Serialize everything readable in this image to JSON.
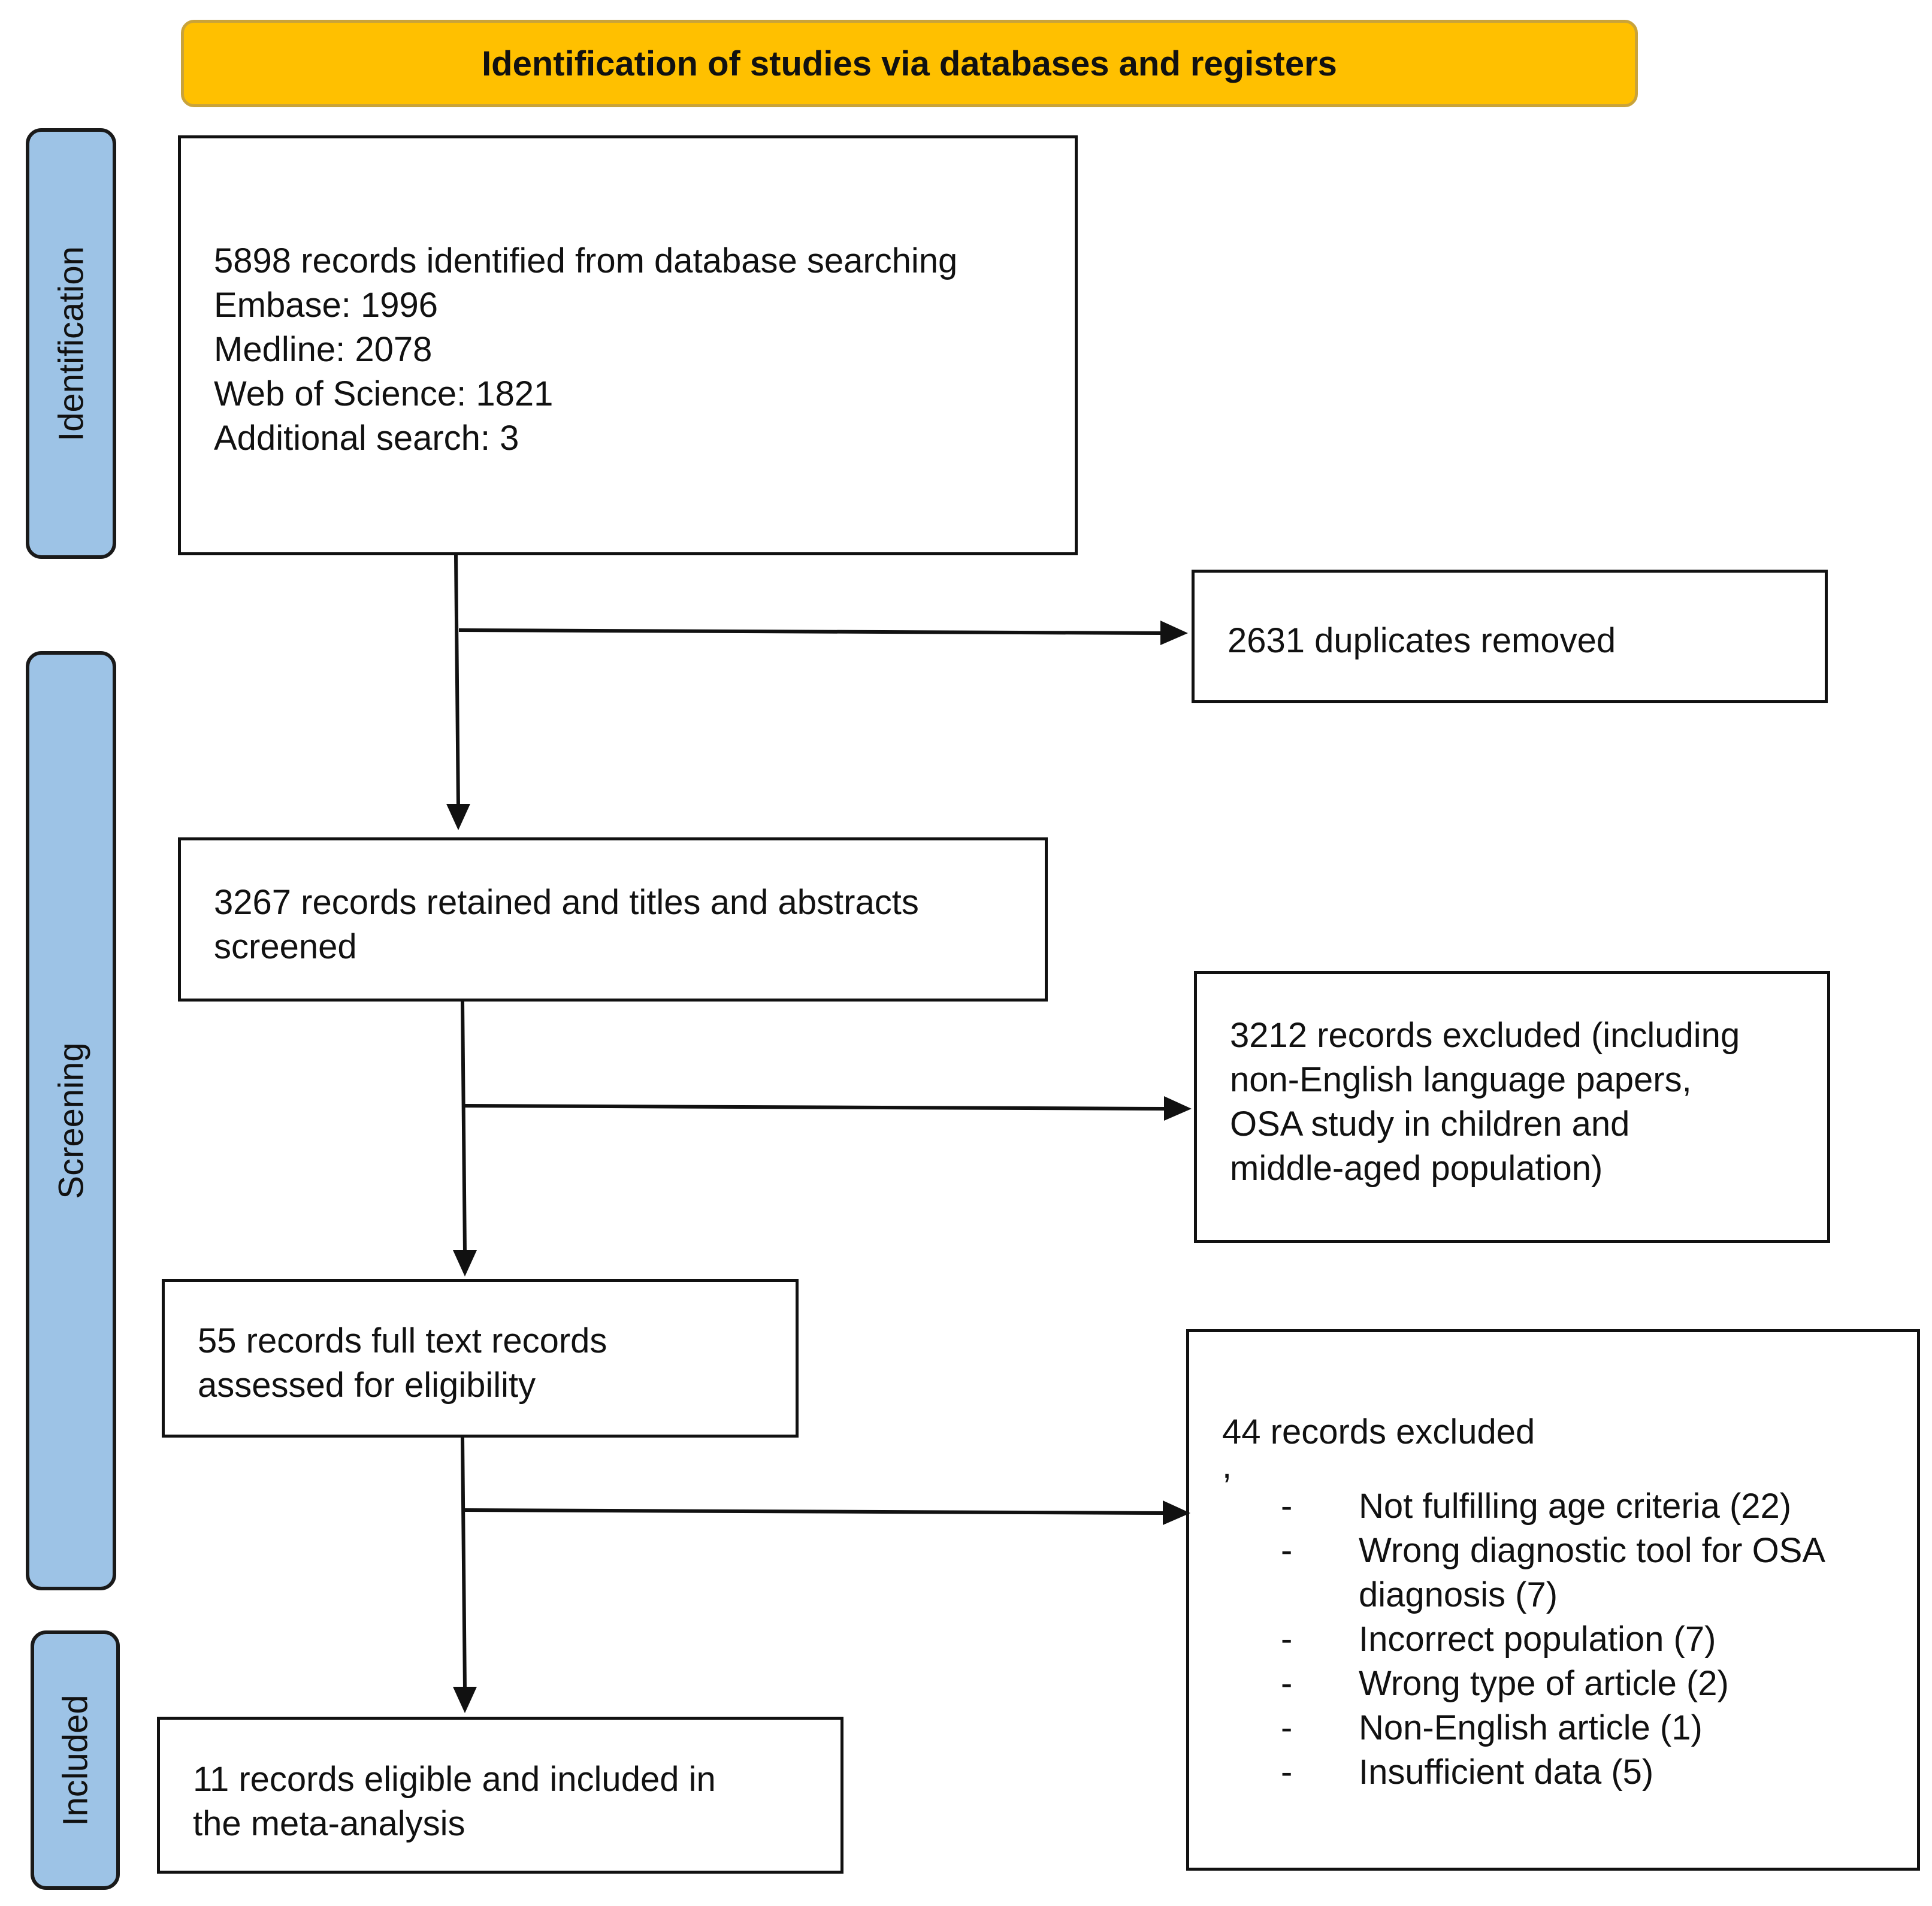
{
  "banner": {
    "title": "Identification of studies via databases and registers"
  },
  "phases": {
    "identification": "Identification",
    "screening": "Screening",
    "included": "Included"
  },
  "identification_box": {
    "lines": [
      "5898 records identified from database searching",
      "Embase: 1996",
      "Medline: 2078",
      "Web of Science: 1821",
      "Additional search: 3"
    ]
  },
  "duplicates_box": {
    "text": "2631 duplicates removed"
  },
  "screened_box": {
    "lines": [
      "3267 records retained and titles and abstracts",
      "screened"
    ]
  },
  "excluded_screening_box": {
    "lines": [
      "3212 records excluded (including",
      "non-English language papers,",
      "OSA study in children and",
      "middle-aged population)"
    ]
  },
  "fulltext_box": {
    "lines": [
      "55 records full text records",
      "assessed for eligibility"
    ]
  },
  "excluded_fulltext_box": {
    "heading": "44 records excluded",
    "stray_mark": ",",
    "reasons": [
      {
        "dash": "-",
        "text": [
          "Not fulfilling age criteria (22)"
        ]
      },
      {
        "dash": "-",
        "text": [
          "Wrong diagnostic tool for OSA",
          "diagnosis (7)"
        ]
      },
      {
        "dash": "-",
        "text": [
          "Incorrect population (7)"
        ]
      },
      {
        "dash": "-",
        "text": [
          "Wrong type of article (2)"
        ]
      },
      {
        "dash": "-",
        "text": [
          "Non-English article (1)"
        ]
      },
      {
        "dash": "-",
        "text": [
          "Insufficient data (5)"
        ]
      }
    ]
  },
  "included_box": {
    "lines": [
      "11 records eligible and included in",
      "the meta-analysis"
    ]
  },
  "colors": {
    "banner_fill": "#FFC000",
    "phase_fill": "#9DC3E6",
    "line": "#111111"
  }
}
